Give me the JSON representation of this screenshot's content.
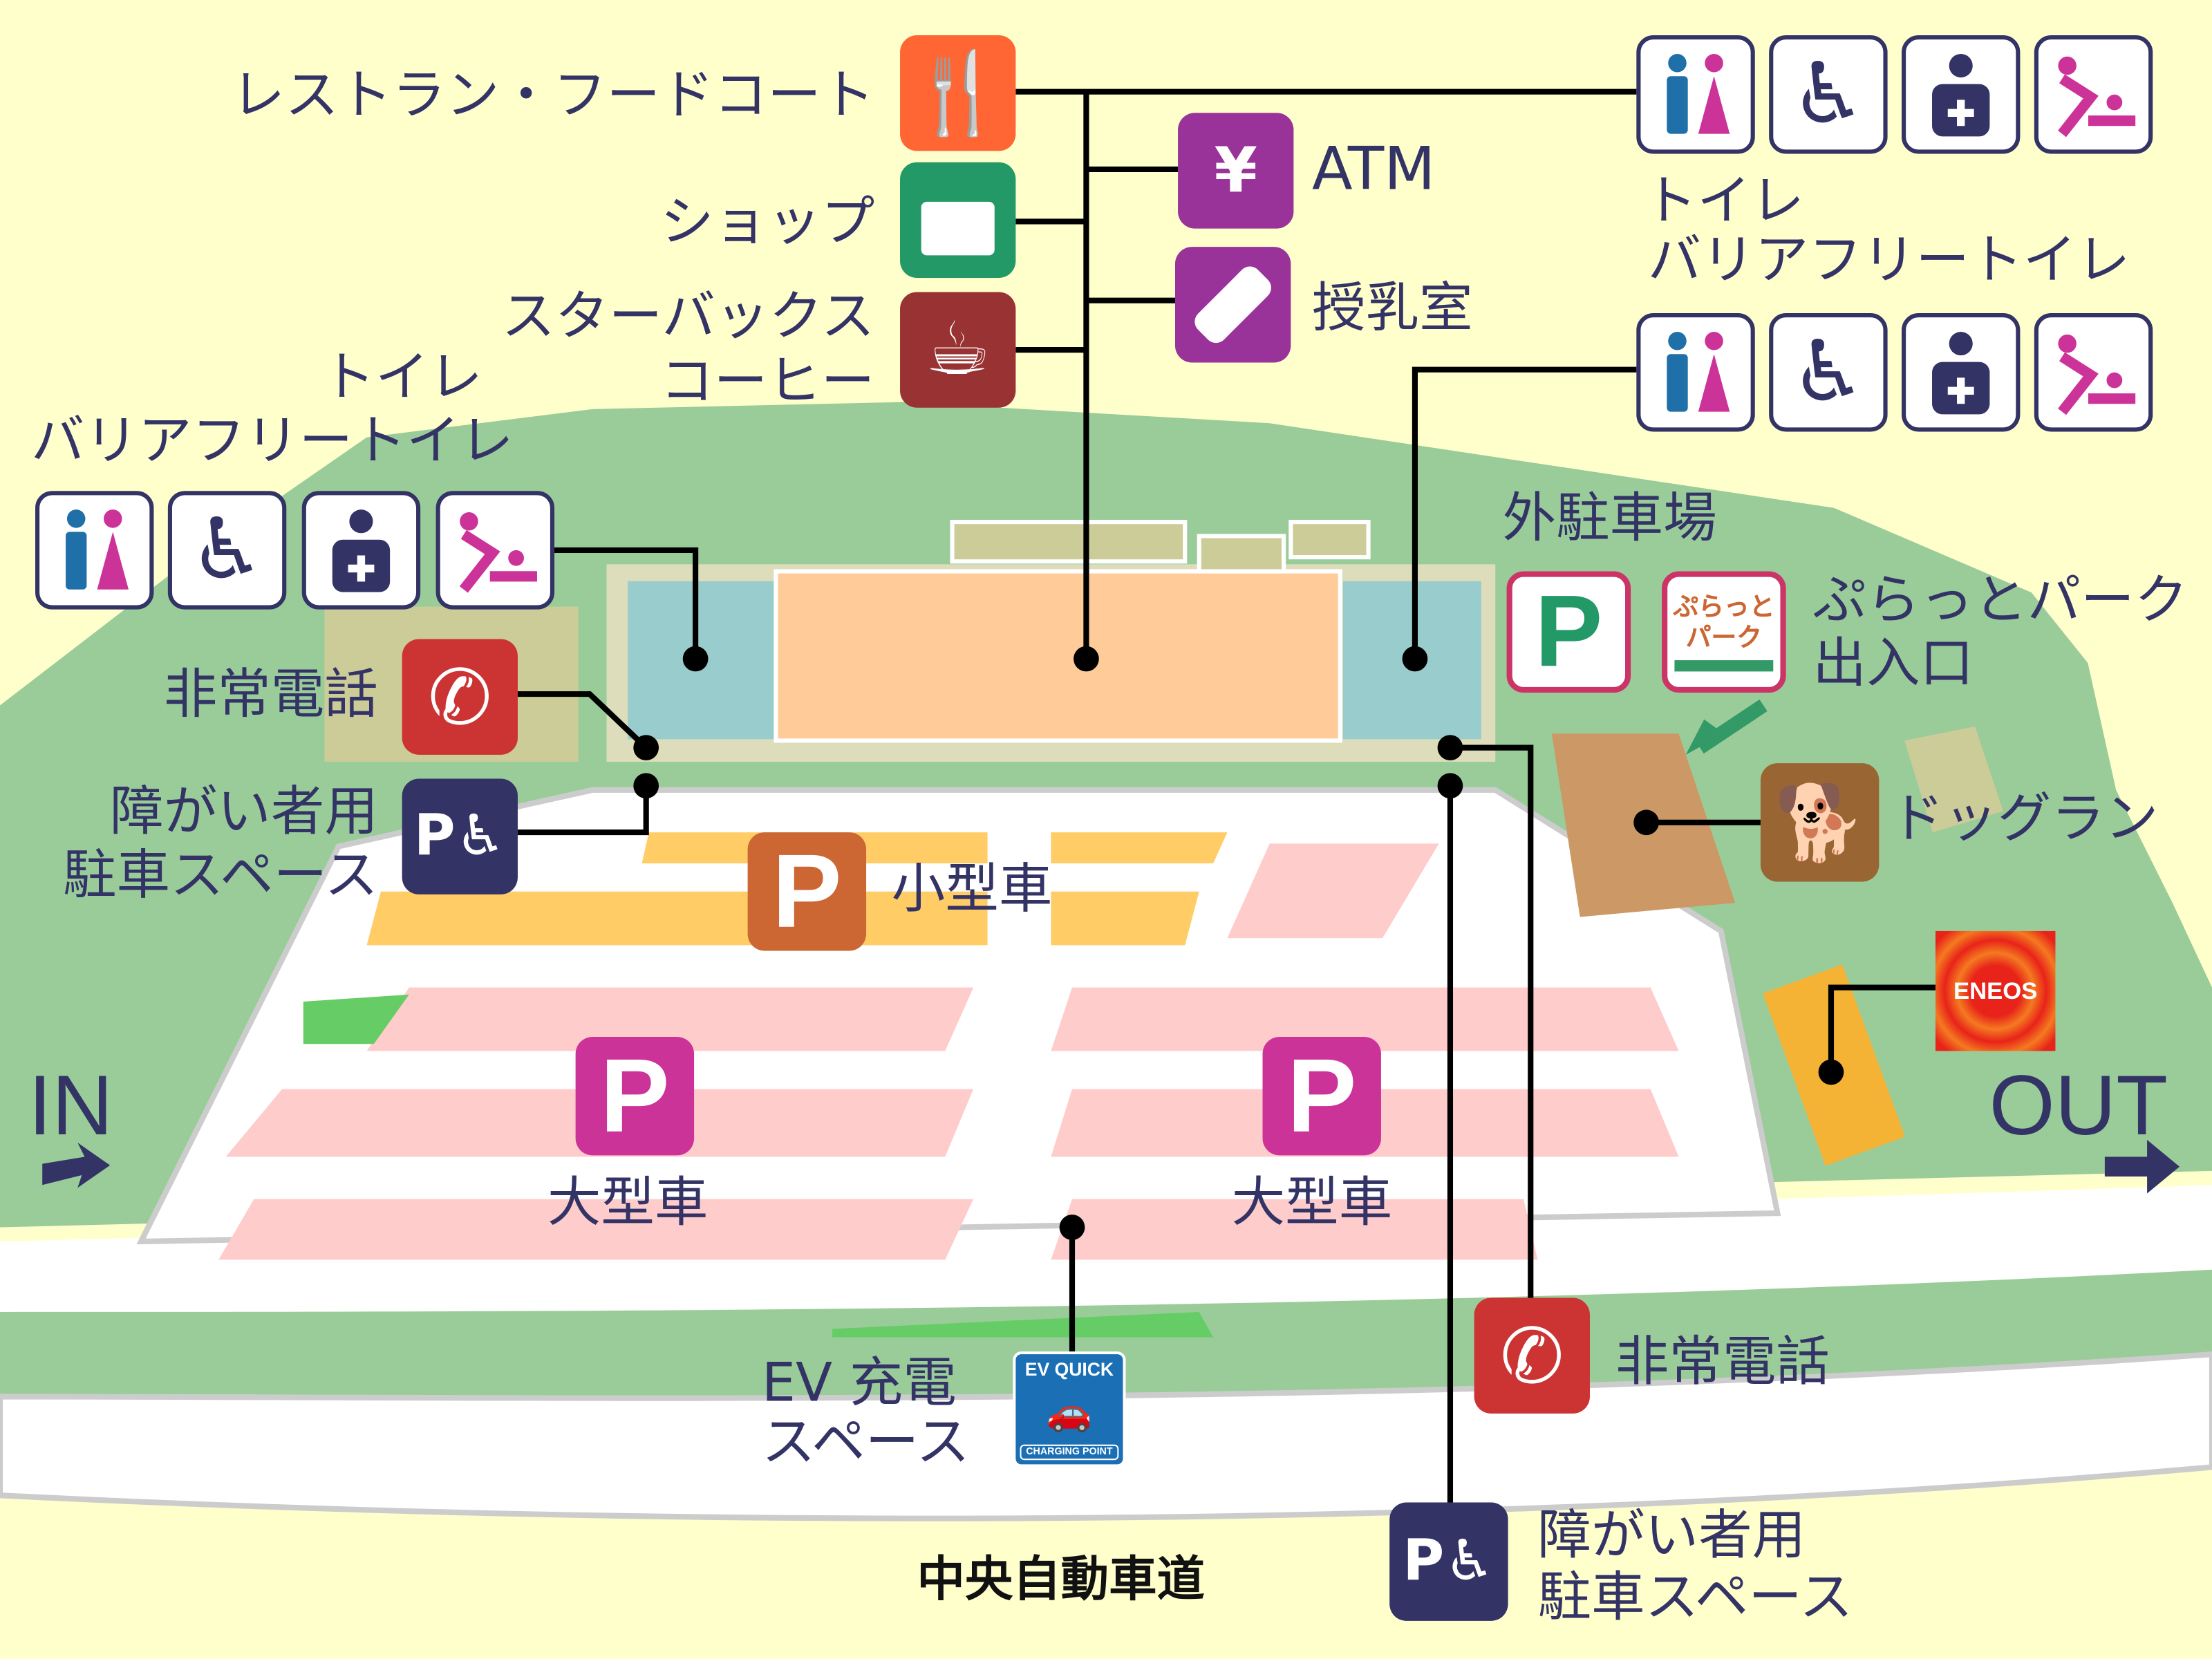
{
  "facilities": {
    "restaurant": "レストラン・フードコート",
    "shop": "ショップ",
    "starbucks": [
      "スターバックス",
      "コーヒー"
    ],
    "atm": "ATM",
    "nursing_room": "授乳室",
    "toilet_top_right": [
      "トイレ",
      "バリアフリートイレ"
    ],
    "toilet_left": [
      "トイレ",
      "バリアフリートイレ"
    ],
    "outdoor_parking": "外駐車場",
    "plat_park": [
      "ぷらっとパーク",
      "出入口"
    ],
    "plat_park_logo": [
      "ぷらっと",
      "パーク"
    ],
    "emergency_phone_left": "非常電話",
    "emergency_phone_bottom": "非常電話",
    "accessible_parking_left": [
      "障がい者用",
      "駐車スペース"
    ],
    "accessible_parking_bottom": [
      "障がい者用",
      "駐車スペース"
    ],
    "dog_run": "ドッグラン",
    "eneos": "ENEOS",
    "ev_charging": [
      "EV 充電",
      "スペース"
    ],
    "ev_badge": [
      "EV QUICK",
      "CHARGING POINT"
    ]
  },
  "parking": {
    "symbol": "P",
    "small_car": "小型車",
    "large_car_left": "大型車",
    "large_car_right": "大型車"
  },
  "directions": {
    "in": "IN",
    "out": "OUT"
  },
  "highway": "中央自動車道",
  "colors": {
    "text": "#333366",
    "background": "#ffffcc",
    "green": "#99cc99",
    "restaurant": "#ff6633",
    "shop": "#229966",
    "starbucks": "#993333",
    "atm": "#993399",
    "parking_small": "#cc6633",
    "parking_large": "#cc3399",
    "emergency": "#cc3333",
    "accessible": "#333366",
    "dog_run": "#996633",
    "ev": "#1a6fb5",
    "eneos": "#e8231a"
  }
}
